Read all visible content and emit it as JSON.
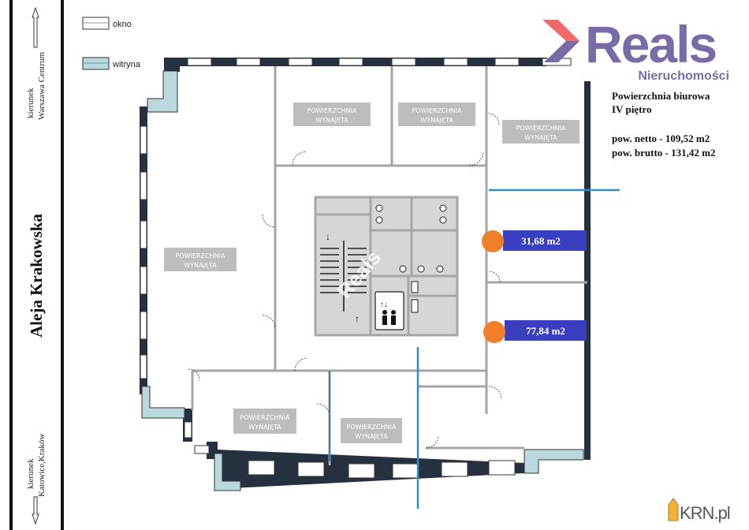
{
  "legend": {
    "window_label": "okno",
    "storefront_label": "witryna"
  },
  "street": {
    "name": "Aleja Krakowska",
    "direction_north": "kierunek Warszawa Centrum",
    "direction_north_line1": "kierunek",
    "direction_north_line2": "Warszawa Centrum",
    "direction_south_line1": "kierunek",
    "direction_south_line2": "Katowice,Kraków"
  },
  "logo": {
    "brand": "Reals",
    "subtitle": "Nieruchomości",
    "watermark": "Reals"
  },
  "info": {
    "title": "Powierzchnia biurowa",
    "floor": "IV piętro",
    "net_area": "pow. netto - 109,52 m2",
    "gross_area": "pow. brutto - 131,42 m2"
  },
  "rooms": [
    {
      "line1": "POWIERZCHNIA",
      "line2": "WYNAJĘTA"
    },
    {
      "line1": "POWIERZCHNIA",
      "line2": "WYNAJĘTA"
    },
    {
      "line1": "POWIERZCHNIA",
      "line2": "WYNAJĘTA"
    },
    {
      "line1": "POWIERZCHNIA",
      "line2": "WYNAJĘTA"
    },
    {
      "line1": "POWIERZCHNIA",
      "line2": "WYNAJĘTA"
    },
    {
      "line1": "POWIERZCHNIA",
      "line2": "WYNAJĘTA"
    }
  ],
  "available_units": [
    {
      "area": "31,68 m2"
    },
    {
      "area": "77,84 m2"
    }
  ],
  "colors": {
    "wall": "#263140",
    "unit_label": "#3a3fc0",
    "marker": "#f07f2a",
    "brand": "#7a6aa8",
    "brand_accent": "#ee6a6a",
    "divider": "#2f8fc0"
  },
  "footer": {
    "source_logo": "KRN.pl"
  }
}
